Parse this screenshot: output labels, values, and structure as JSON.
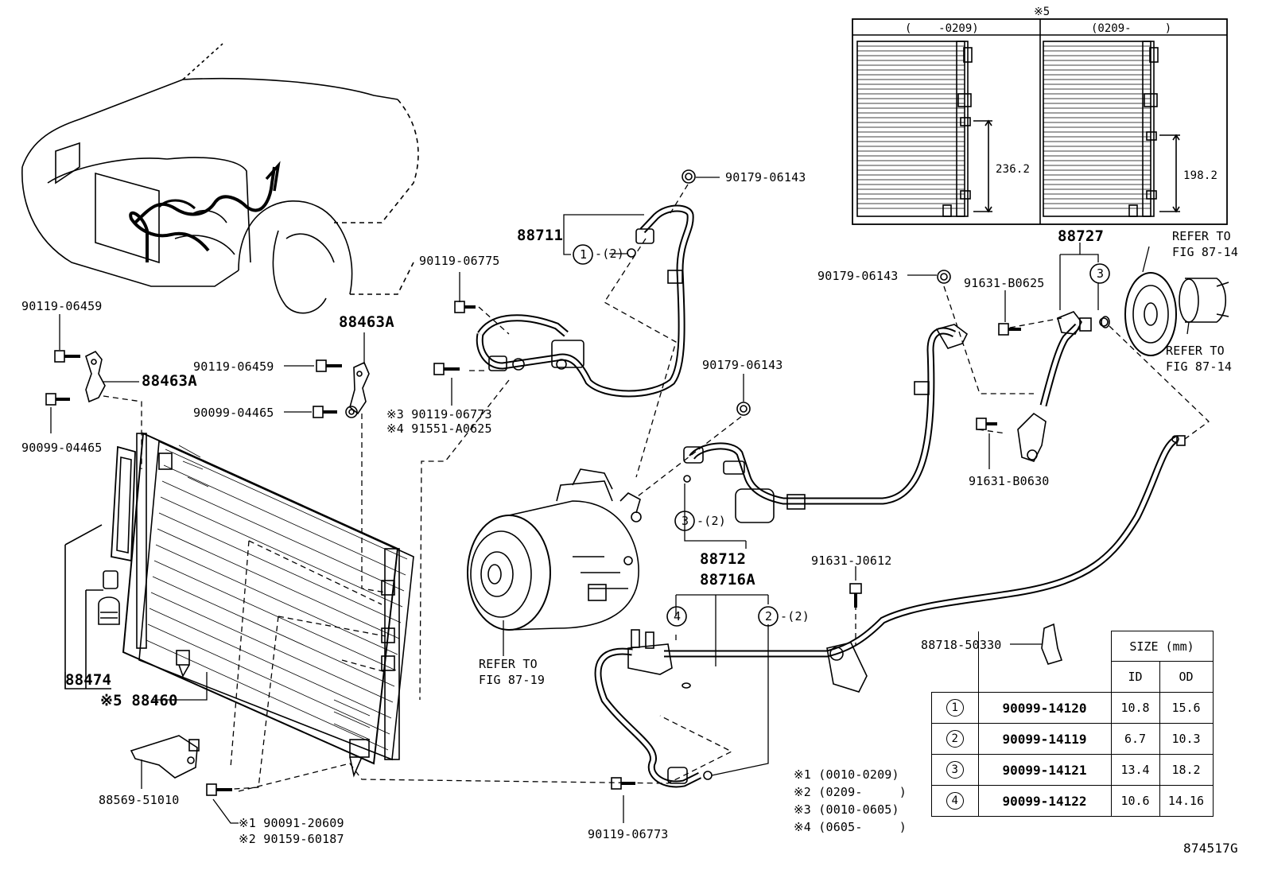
{
  "figure_code": "874517G",
  "inset": {
    "marker": "※5",
    "left_header": "(    -0209)",
    "right_header": "(0209-     )",
    "left_dimension": "236.2",
    "right_dimension": "198.2"
  },
  "labels": {
    "p88711": "88711",
    "p88711_qty": "-(2)",
    "p90179_top": "90179-06143",
    "p90119_06775": "90119-06775",
    "p90119_06459_a": "90119-06459",
    "p88463A_a": "88463A",
    "p88463A_b": "88463A",
    "p90119_06459_b": "90119-06459",
    "p90099_04465_a": "90099-04465",
    "p90099_04465_b": "90099-04465",
    "p90119_06773_a": "※3 90119-06773",
    "p91551": "※4 91551-A0625",
    "p90179_mid": "90179-06143",
    "p90179_right": "90179-06143",
    "p91631_B0625": "91631-B0625",
    "p88727": "88727",
    "refer_top_line1": "REFER TO",
    "refer_top_line2": "FIG 87-14",
    "refer_mid_line1": "REFER TO",
    "refer_mid_line2": "FIG 87-14",
    "p91631_B0630": "91631-B0630",
    "p88712": "88712",
    "p88712_qty": "-(2)",
    "p88716A": "88716A",
    "p88716A_qty": "-(2)",
    "p91631_J0612": "91631-J0612",
    "refer_comp_line1": "REFER TO",
    "refer_comp_line2": "FIG 87-19",
    "p88718": "88718-50330",
    "p88474": "88474",
    "p88460": "※5 88460",
    "p88569": "88569-51010",
    "p90091": "※1 90091-20609",
    "p90159": "※2 90159-60187",
    "p90119_06773_b": "90119-06773",
    "circle_1": "1",
    "circle_2": "2",
    "circle_3": "3",
    "circle_4": "4"
  },
  "notes": [
    "※1 (0010-0209)",
    "※2 (0209-     )",
    "※3 (0010-0605)",
    "※4 (0605-     )"
  ],
  "size_table": {
    "title": "SIZE (mm)",
    "col_id": "ID",
    "col_od": "OD",
    "rows": [
      {
        "no": "1",
        "part": "90099-14120",
        "id": "10.8",
        "od": "15.6"
      },
      {
        "no": "2",
        "part": "90099-14119",
        "id": "6.7",
        "od": "10.3"
      },
      {
        "no": "3",
        "part": "90099-14121",
        "id": "13.4",
        "od": "18.2"
      },
      {
        "no": "4",
        "part": "90099-14122",
        "id": "10.6",
        "od": "14.16"
      }
    ]
  }
}
